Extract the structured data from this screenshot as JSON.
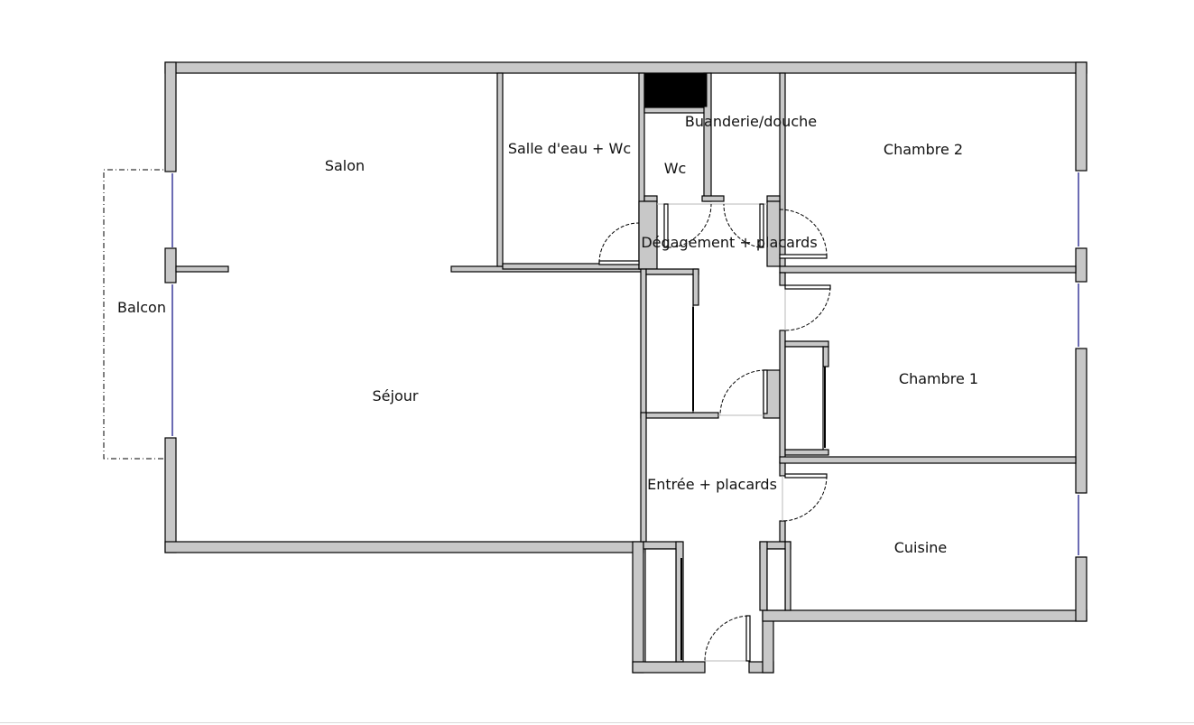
{
  "plan": {
    "rooms": [
      {
        "id": "salon",
        "label": "Salon"
      },
      {
        "id": "salle-eau",
        "label": "Salle d'eau + Wc"
      },
      {
        "id": "buanderie",
        "label": "Buanderie/douche"
      },
      {
        "id": "wc",
        "label": "Wc"
      },
      {
        "id": "chambre2",
        "label": "Chambre 2"
      },
      {
        "id": "degagement",
        "label": "Dégagement + placards"
      },
      {
        "id": "balcon",
        "label": "Balcon"
      },
      {
        "id": "sejour",
        "label": "Séjour"
      },
      {
        "id": "chambre1",
        "label": "Chambre 1"
      },
      {
        "id": "entree",
        "label": "Entrée + placards"
      },
      {
        "id": "cuisine",
        "label": "Cuisine"
      }
    ],
    "colors": {
      "wall_fill": "#c8c8c8",
      "wall_stroke": "#000000",
      "window": "#3a3a9a",
      "shaft": "#000000",
      "background": "#ffffff"
    }
  }
}
